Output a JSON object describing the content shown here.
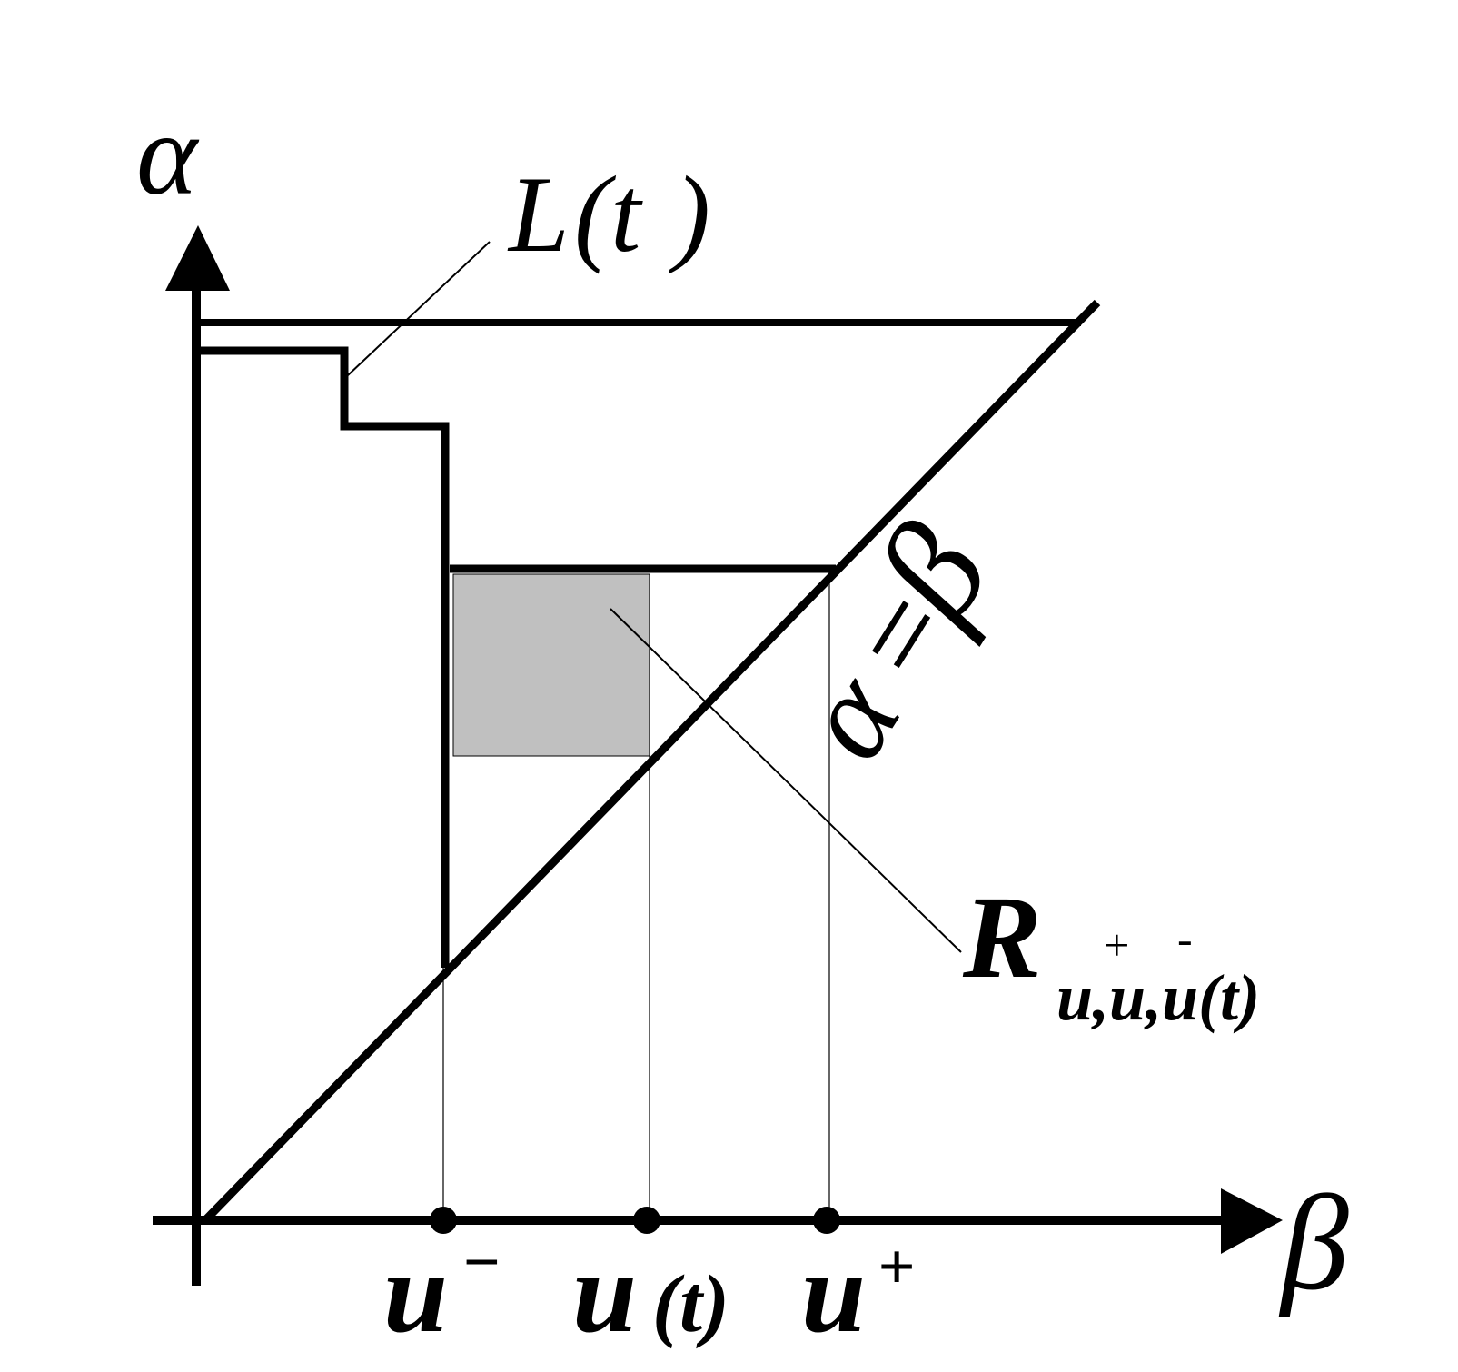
{
  "colors": {
    "ink": "#000000",
    "shade": "#c0c0c0",
    "background": "#ffffff"
  },
  "labels": {
    "alpha_axis": "α",
    "beta_axis": "β",
    "L": "L",
    "L_paren_open": "(",
    "L_t": "t",
    "L_paren_close": ")",
    "diagonal_alpha": "α",
    "diagonal_eq": "=",
    "diagonal_beta": "β",
    "R": "R",
    "R_sub": "u,u,u(t)",
    "R_sup_plus": "+",
    "R_sup_minus": "-",
    "u_minus_base": "u",
    "u_minus_sup": "−",
    "u_t_base": "u",
    "u_t_arg": "(t)",
    "u_plus_base": "u",
    "u_plus_sup": "+"
  }
}
